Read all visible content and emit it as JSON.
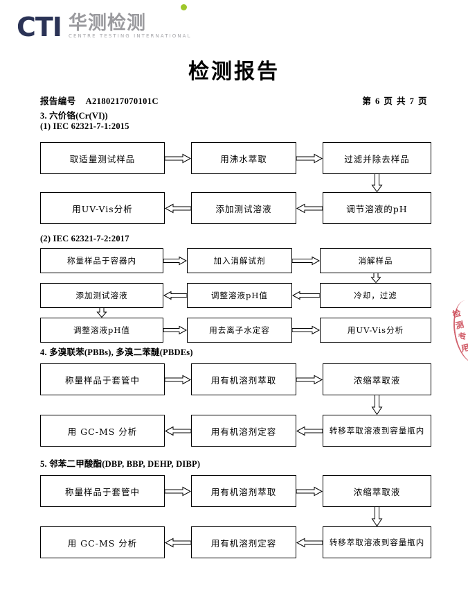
{
  "logo": {
    "mark_text": "CTI",
    "cn_name": "华测检测",
    "en_name": "CENTRE TESTING INTERNATIONAL",
    "mark_color": "#2b3356",
    "dot_color": "#9ec72b",
    "cn_color": "#9a9a9e"
  },
  "title": "检测报告",
  "meta": {
    "report_no_label": "报告编号",
    "report_no": "A2180217070101C",
    "page_info": "第 6 页  共 7 页"
  },
  "seal": {
    "text": "检测专用",
    "color": "#c83c4a"
  },
  "sections": [
    {
      "heading": "3. 六价铬(Cr(VI))",
      "subheading": "(1) IEC 62321-7-1:2015",
      "flows": [
        {
          "rows": [
            [
              "取适量测试样品",
              "用沸水萃取",
              "过滤并除去样品"
            ],
            [
              "用UV-Vis分析",
              "添加测试溶液",
              "调节溶液的pH"
            ]
          ],
          "row_directions": [
            "right",
            "left"
          ],
          "vertical_connector": "right-down"
        }
      ]
    },
    {
      "heading": "(2) IEC 62321-7-2:2017",
      "subheading": "",
      "flows": [
        {
          "rows": [
            [
              "称量样品于容器内",
              "加入消解试剂",
              "消解样品"
            ],
            [
              "添加测试溶液",
              "调整溶液pH值",
              "冷却，过滤"
            ],
            [
              "调整溶液pH值",
              "用去离子水定容",
              "用UV-Vis分析"
            ]
          ],
          "row_directions": [
            "right",
            "left",
            "right"
          ],
          "vertical_connector": "right-down-then-left-down"
        }
      ]
    },
    {
      "heading": "4. 多溴联苯(PBBs), 多溴二苯醚(PBDEs)",
      "subheading": "",
      "flows": [
        {
          "rows": [
            [
              "称量样品于套管中",
              "用有机溶剂萃取",
              "浓缩萃取液"
            ],
            [
              "用 GC-MS 分析",
              "用有机溶剂定容",
              "转移萃取溶液到容量瓶内"
            ]
          ],
          "row_directions": [
            "right",
            "left"
          ],
          "vertical_connector": "right-down"
        }
      ]
    },
    {
      "heading": "5. 邻苯二甲酸酯(DBP, BBP, DEHP, DIBP)",
      "subheading": "",
      "flows": [
        {
          "rows": [
            [
              "称量样品于套管中",
              "用有机溶剂萃取",
              "浓缩萃取液"
            ],
            [
              "用 GC-MS 分析",
              "用有机溶剂定容",
              "转移萃取溶液到容量瓶内"
            ]
          ],
          "row_directions": [
            "right",
            "left"
          ],
          "vertical_connector": "right-down"
        }
      ]
    }
  ]
}
